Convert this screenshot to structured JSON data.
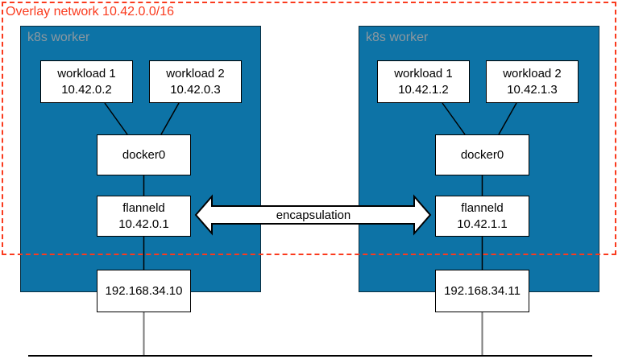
{
  "title": "Overlay network 10.42.0.0/16",
  "encapsulation_label": "encapsulation",
  "colors": {
    "worker_fill": "#0d73a6",
    "boundary_red": "#fa3b1e",
    "worker_label_gray": "#8d989f",
    "node_border": "#000000",
    "host_link_gray": "#7a7a7a"
  },
  "workers": [
    {
      "label": "k8s worker",
      "workload1": {
        "name": "workload 1",
        "ip": "10.42.0.2"
      },
      "workload2": {
        "name": "workload 2",
        "ip": "10.42.0.3"
      },
      "bridge": {
        "name": "docker0"
      },
      "flannel": {
        "name": "flanneld",
        "ip": "10.42.0.1"
      },
      "host_ip": "192.168.34.10"
    },
    {
      "label": "k8s worker",
      "workload1": {
        "name": "workload 1",
        "ip": "10.42.1.2"
      },
      "workload2": {
        "name": "workload 2",
        "ip": "10.42.1.3"
      },
      "bridge": {
        "name": "docker0"
      },
      "flannel": {
        "name": "flanneld",
        "ip": "10.42.1.1"
      },
      "host_ip": "192.168.34.11"
    }
  ]
}
